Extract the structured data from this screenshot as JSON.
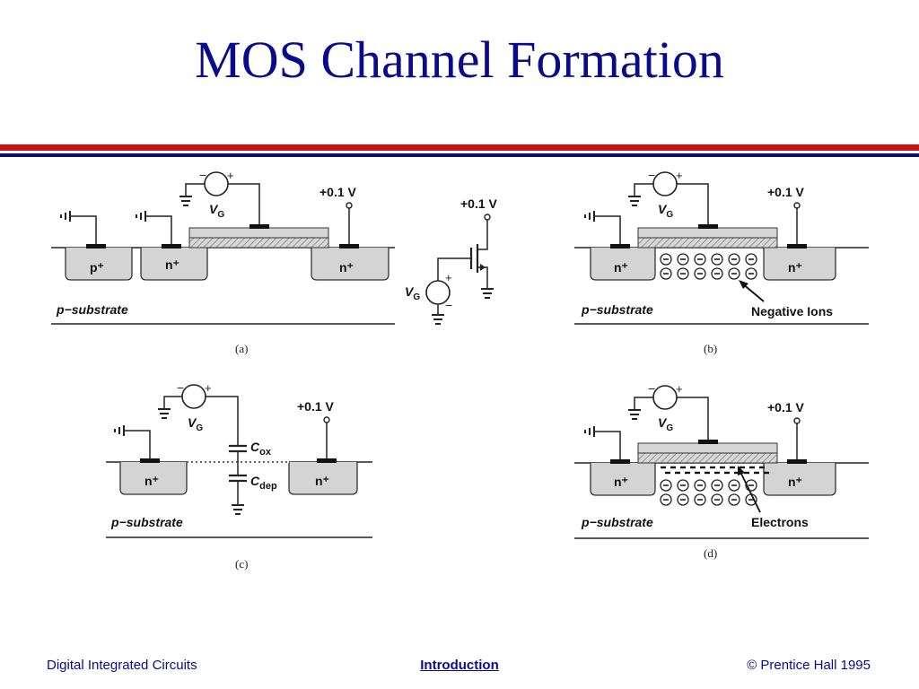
{
  "slide": {
    "title": "MOS Channel Formation",
    "colors": {
      "title": "#0a0a8c",
      "rule_red": "#cc1111",
      "rule_blue": "#0a0a8c"
    }
  },
  "diagram": {
    "supply_label": "+0.1 V",
    "gate_label_v": "V",
    "gate_label_sub": "G",
    "substrate_label": "p−substrate",
    "p_plus": "p⁺",
    "n_plus": "n⁺",
    "cox_label": "C",
    "cox_sub": "ox",
    "cdep_label": "C",
    "cdep_sub": "dep",
    "negative_ions_label": "Negative Ions",
    "electrons_label": "Electrons",
    "caption_a": "(a)",
    "caption_b": "(b)",
    "caption_c": "(c)",
    "caption_d": "(d)"
  },
  "footer": {
    "left": "Digital Integrated Circuits",
    "center": "Introduction",
    "right": "© Prentice Hall 1995"
  }
}
